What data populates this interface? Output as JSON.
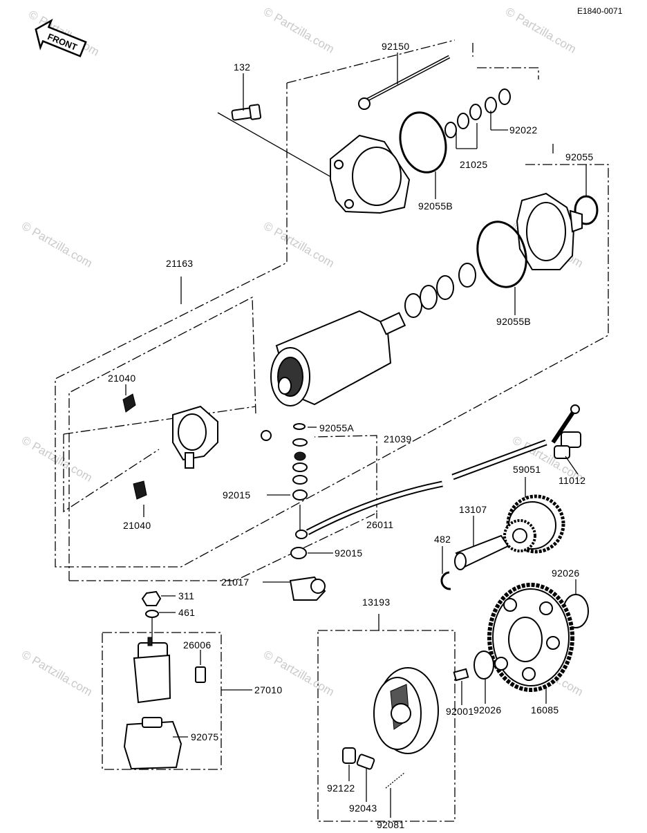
{
  "diagram_id": "E1840-0071",
  "front_label": "FRONT",
  "watermark": "© Partzilla.com",
  "parts": {
    "p132": "132",
    "p92150": "92150",
    "p92022": "92022",
    "p21025": "21025",
    "p92055": "92055",
    "p92055B_top": "92055B",
    "p21163": "21163",
    "p92055B_mid": "92055B",
    "p21040_top": "21040",
    "p92055A": "92055A",
    "p21039": "21039",
    "p92015_top": "92015",
    "p21040_bot": "21040",
    "p59051": "59051",
    "p11012": "11012",
    "p13107": "13107",
    "p26011": "26011",
    "p482": "482",
    "p92015_bot": "92015",
    "p21017": "21017",
    "p92026_top": "92026",
    "p311": "311",
    "p461": "461",
    "p13193": "13193",
    "p26006": "26006",
    "p27010": "27010",
    "p92075": "92075",
    "p92001": "92001",
    "p92026_bot": "92026",
    "p16085": "16085",
    "p92122": "92122",
    "p92043": "92043",
    "p92081": "92081"
  }
}
